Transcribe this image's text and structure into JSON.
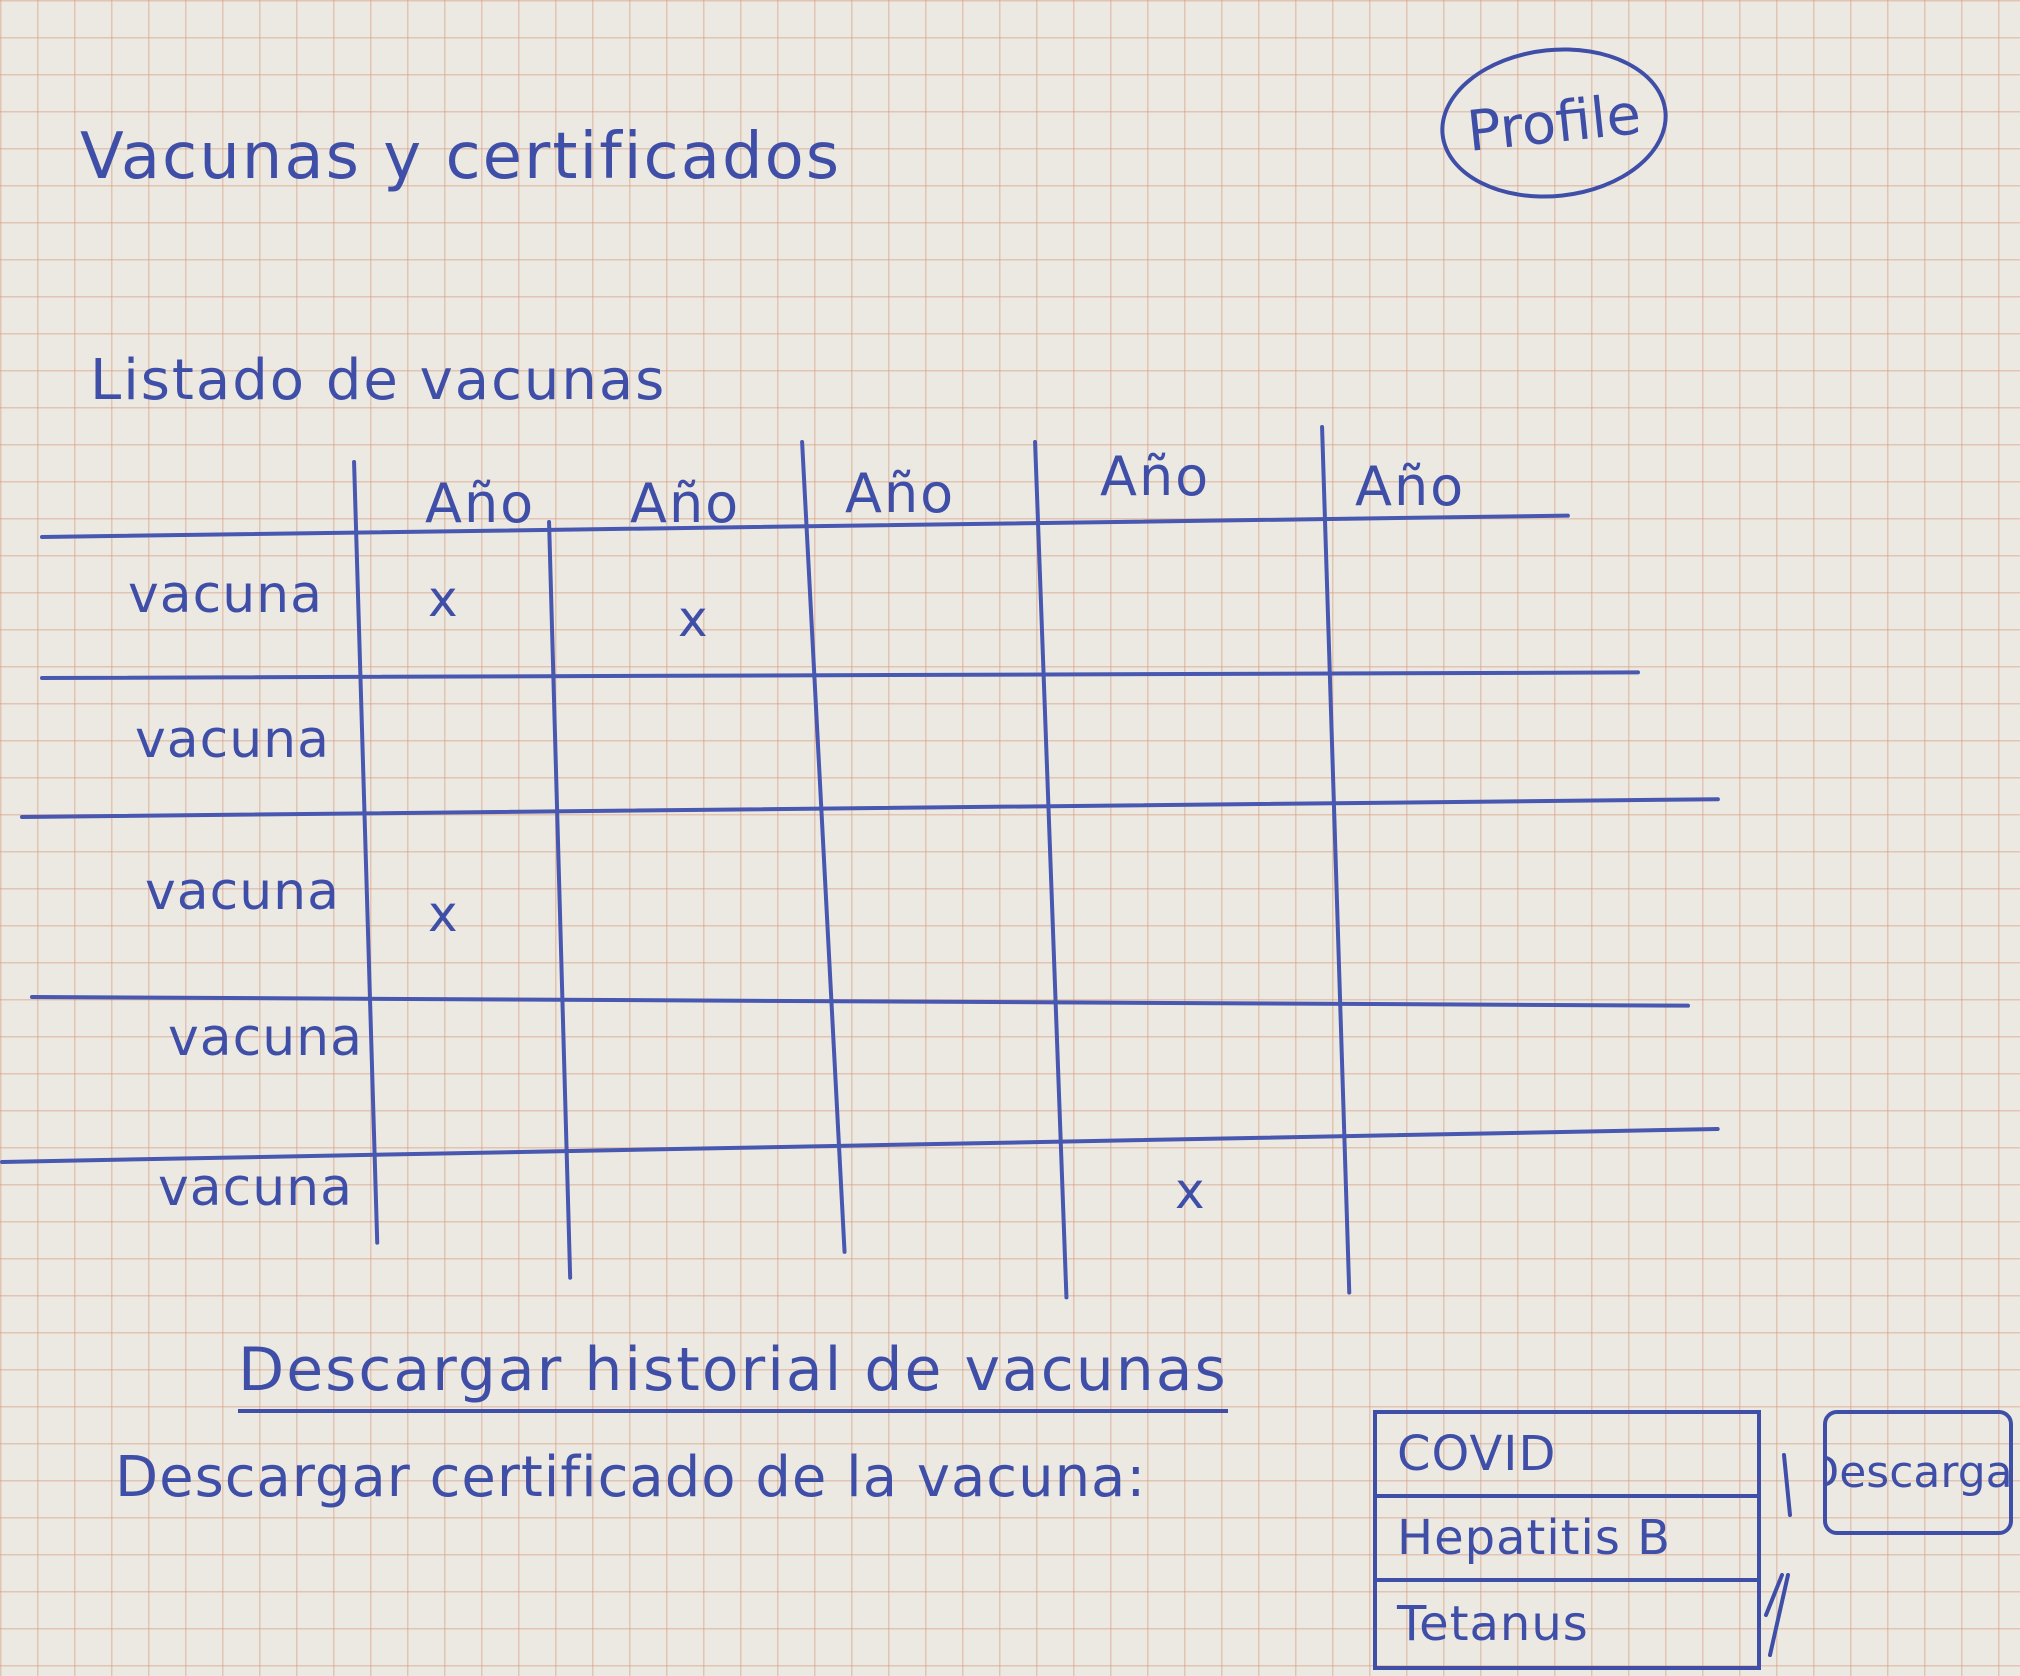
{
  "header": {
    "title": "Vacunas y certificados",
    "profile_label": "Profile"
  },
  "vaccine_list": {
    "title": "Listado de vacunas",
    "columns": [
      "Año",
      "Año",
      "Año",
      "Año",
      "Año"
    ],
    "rows": [
      {
        "label": "vacuna",
        "marks": [
          "x",
          "x",
          "",
          "",
          ""
        ]
      },
      {
        "label": "vacuna",
        "marks": [
          "",
          "",
          "",
          "",
          ""
        ]
      },
      {
        "label": "vacuna",
        "marks": [
          "x",
          "",
          "",
          "",
          ""
        ]
      },
      {
        "label": "vacuna",
        "marks": [
          "",
          "",
          "",
          "",
          ""
        ]
      },
      {
        "label": "vacuna",
        "marks": [
          "",
          "",
          "",
          "x",
          ""
        ]
      }
    ]
  },
  "actions": {
    "download_history": "Descargar historial de vacunas",
    "download_certificate_label": "Descargar certificado de la vacuna:",
    "certificate_options": [
      "COVID",
      "Hepatitis B",
      "Tetanus"
    ],
    "download_button": "Descargar"
  },
  "colors": {
    "ink": "#3f4fa8",
    "grid": "#d69678",
    "paper": "#ece9e2"
  }
}
